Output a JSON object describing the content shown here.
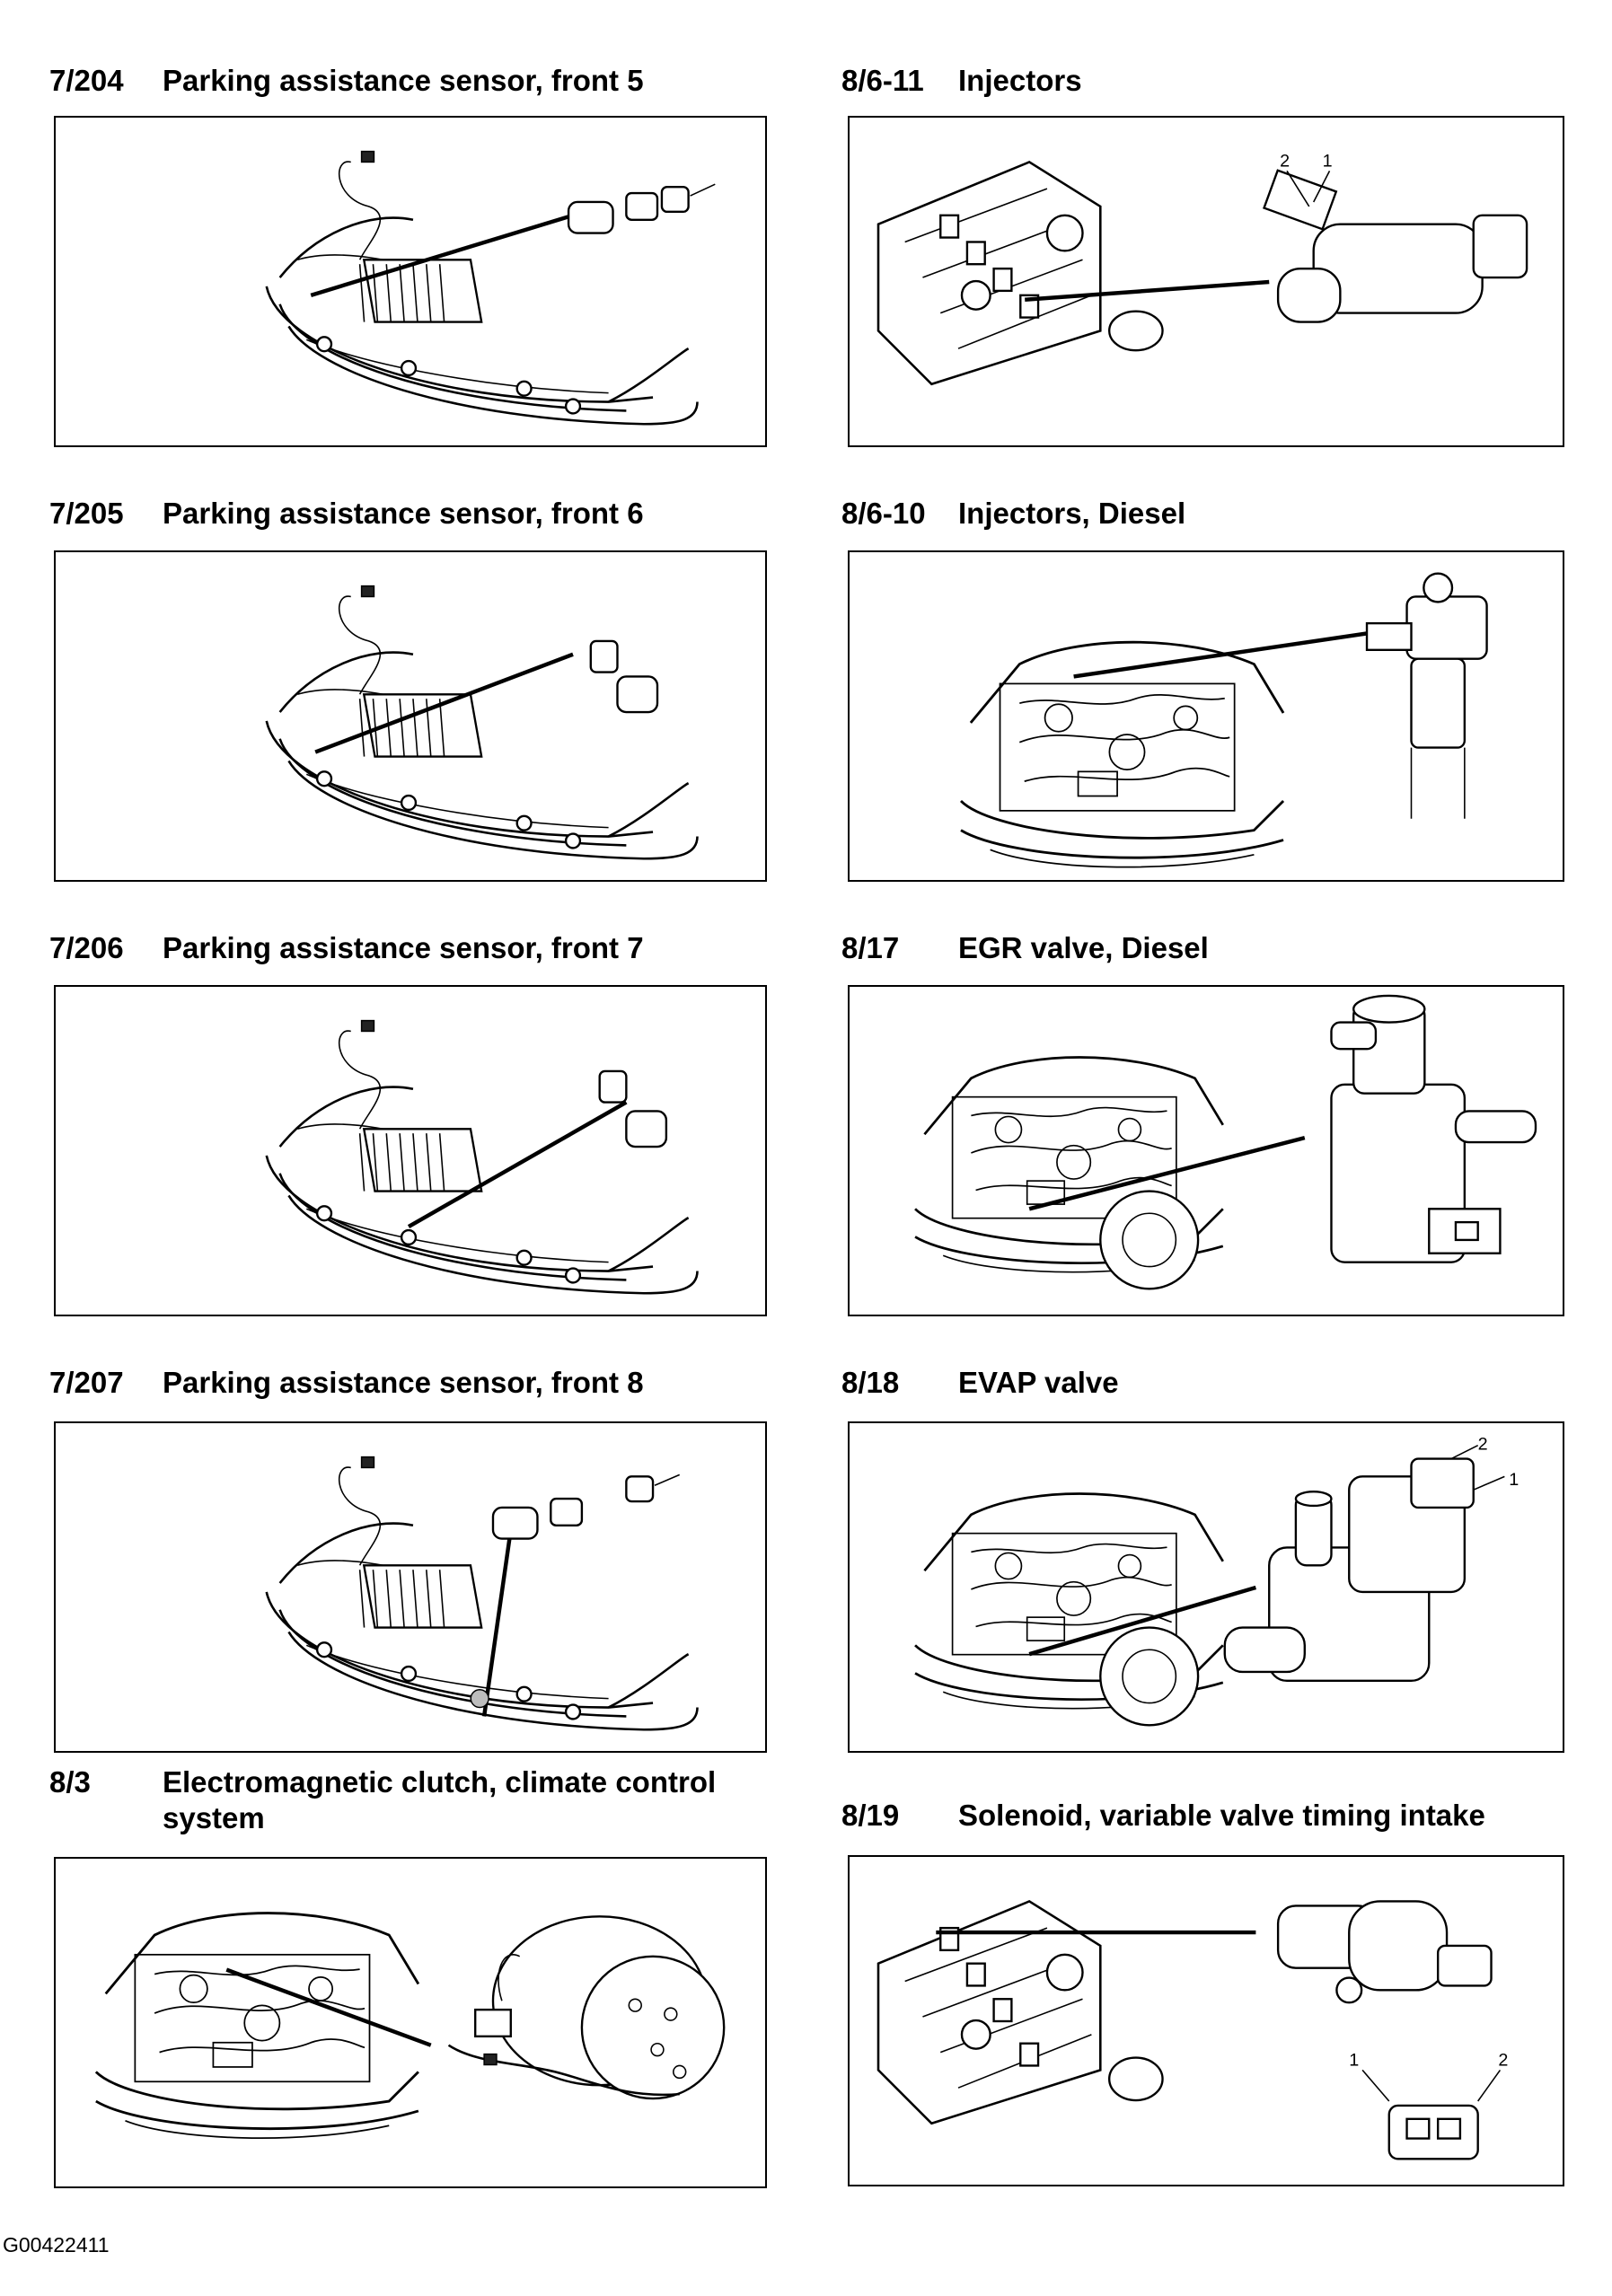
{
  "entries": [
    {
      "code": "7/204",
      "title": "Parking assistance sensor, front 5"
    },
    {
      "code": "8/6-11",
      "title": "Injectors"
    },
    {
      "code": "7/205",
      "title": "Parking assistance sensor, front 6"
    },
    {
      "code": "8/6-10",
      "title": "Injectors, Diesel"
    },
    {
      "code": "7/206",
      "title": "Parking assistance sensor, front 7"
    },
    {
      "code": "8/17",
      "title": "EGR valve, Diesel"
    },
    {
      "code": "7/207",
      "title": "Parking assistance sensor, front 8"
    },
    {
      "code": "8/18",
      "title": "EVAP valve"
    },
    {
      "code": "8/3",
      "title": "Electromagnetic clutch, climate control system"
    },
    {
      "code": "8/19",
      "title": "Solenoid, variable valve timing intake"
    }
  ],
  "pin_labels": {
    "injectors": [
      "2",
      "1"
    ],
    "evap": [
      "2",
      "1"
    ],
    "solenoid": [
      "1",
      "2"
    ]
  },
  "reference_code": "G00422411",
  "icons": {
    "bumper": "front-bumper-illustration",
    "engine": "engine-bay-illustration",
    "component": "component-closeup-illustration"
  }
}
